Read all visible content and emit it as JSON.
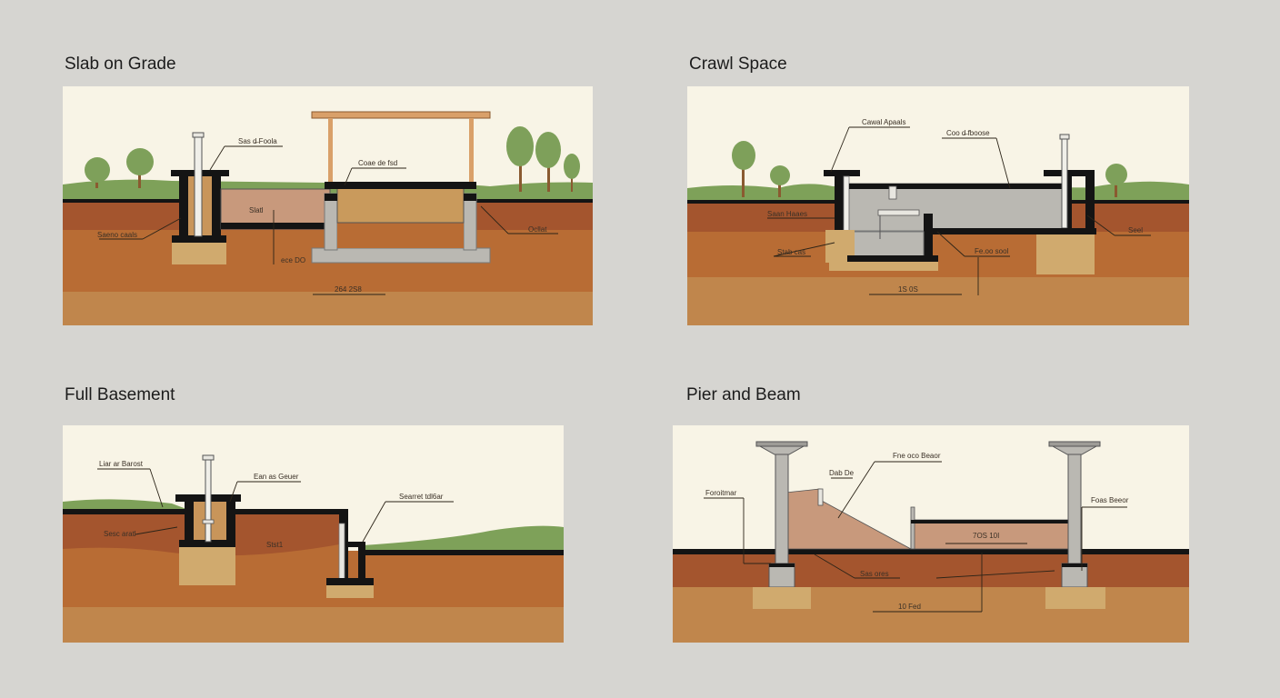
{
  "colors": {
    "page_bg": "#d6d5d1",
    "sky": "#f8f4e6",
    "grass": "#7ea159",
    "topsoil": "#a4552e",
    "midsoil": "#b86c34",
    "deepsoil": "#c0864c",
    "gravel": "#d0aa6e",
    "concrete": "#bab8b2",
    "foundation_black": "#141414",
    "tree_canopy": "#7ea05a",
    "tree_trunk": "#8a5a30"
  },
  "panels": {
    "slab": {
      "title": "Slab on Grade",
      "labels": {
        "footing_top": "Sas d̶ Foola",
        "center_top": "Coae de fsd",
        "slab": "Slatl",
        "left": "Saeno caals",
        "right": "Ocllat",
        "below": "ece DO",
        "dimension": "264 2S8"
      }
    },
    "crawl": {
      "title": "Crawl Space",
      "labels": {
        "top_left": "Cawal Apaals",
        "top_center": "Coo d̶ fboose",
        "left_1": "Saan Haaes",
        "left_2": "Stab cas",
        "right": "Seel",
        "center": "Fe.oo sool",
        "dimension": "1S 0S"
      }
    },
    "basement": {
      "title": "Full Basement",
      "labels": {
        "top_left": "Liar ar Barost",
        "top_center": "Ean as Geuer",
        "right": "Searret tdl6ar",
        "left": "Sesc aratl",
        "center": "Stst1"
      }
    },
    "pier": {
      "title": "Pier and Beam",
      "labels": {
        "top_center": "Fne oco Beaor",
        "small": "Dab De",
        "left": "Foroitmar",
        "right": "Foas Beeor",
        "beam": "7OS 10I",
        "below": "Sas ores",
        "dimension": "10 Fed"
      }
    }
  }
}
